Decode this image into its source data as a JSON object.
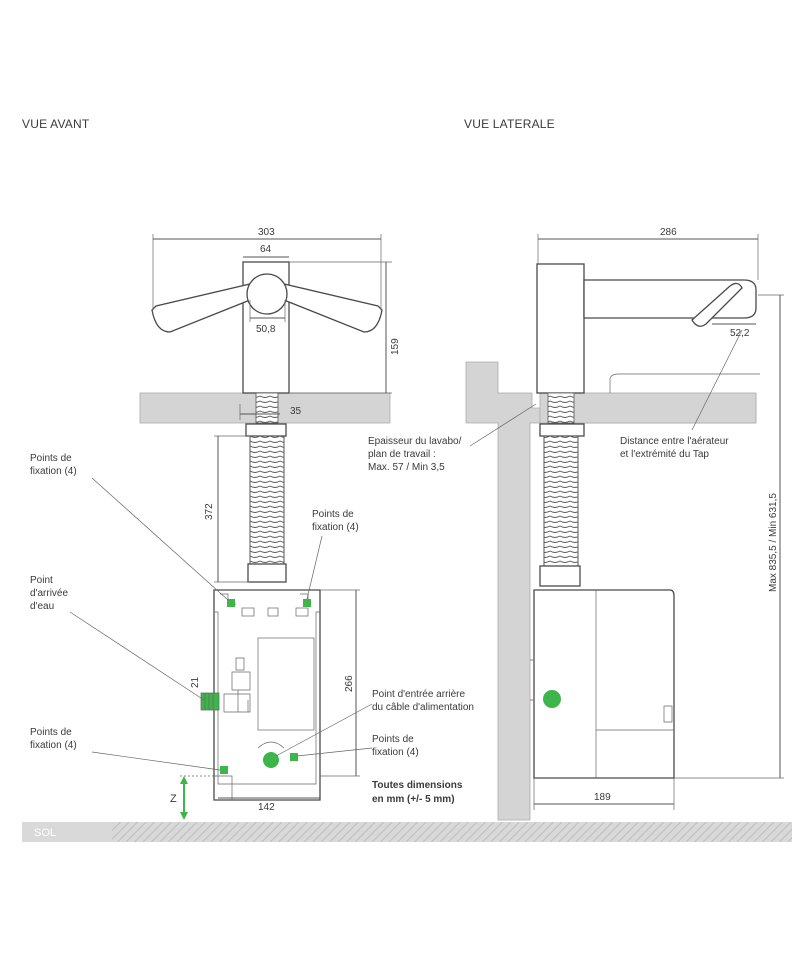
{
  "views": {
    "front_title": "VUE AVANT",
    "side_title": "VUE LATERALE"
  },
  "dimensions": {
    "front_width": "303",
    "front_spout": "64",
    "front_handle": "50,8",
    "front_height": "159",
    "front_thread": "35",
    "front_hose": "372",
    "front_box_height": "266",
    "front_inlet": "21",
    "front_box_width": "142",
    "side_width": "286",
    "side_aerator": "52,2",
    "side_total": "Max 835,5 / Min 631,5",
    "side_box_width": "189"
  },
  "labels": {
    "fix_top_left": [
      "Points de",
      "fixation (4)"
    ],
    "fix_top_right": [
      "Points de",
      "fixation (4)"
    ],
    "water_inlet": [
      "Point",
      "d'arrivée",
      "d'eau"
    ],
    "fix_bottom_left": [
      "Points de",
      "fixation (4)"
    ],
    "cable_entry": [
      "Point d'entrée arrière",
      "du câble d'alimentation"
    ],
    "fix_bottom_right": [
      "Points de",
      "fixation (4)"
    ],
    "dims_note": [
      "Toutes dimensions",
      "en mm (+/- 5 mm)"
    ],
    "counter_thickness": [
      "Epaisseur du lavabo/",
      "plan de travail :",
      "Max. 57 / Min 3,5"
    ],
    "aerator_distance": [
      "Distance entre l'aérateur",
      "et l'extrémité du Tap"
    ],
    "z_axis": "Z",
    "floor": "SOL"
  },
  "colors": {
    "accent_green": "#3db54a",
    "counter_grey": "#d4d4d4",
    "floor_grey": "#d9d9d9"
  }
}
